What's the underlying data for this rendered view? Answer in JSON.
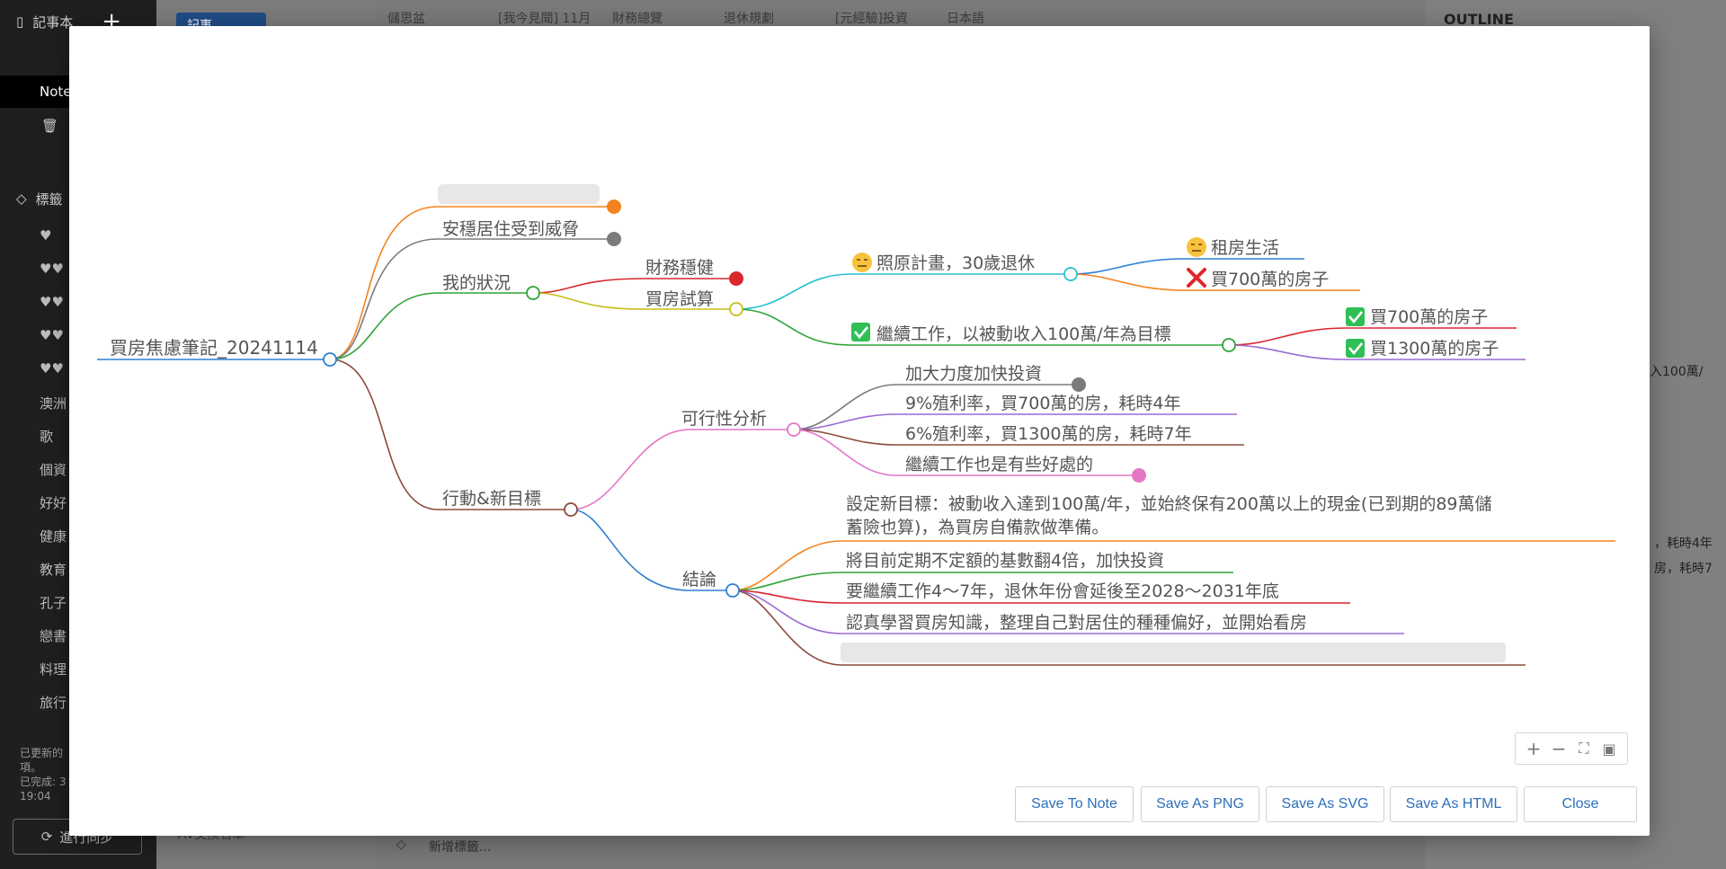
{
  "background_app": {
    "sidebar": {
      "notebooks_label": "記事本",
      "note_item": "Note",
      "tags_label": "標籤",
      "tag_items": [
        "澳洲",
        "歌",
        "個資",
        "好好",
        "健康",
        "教育",
        "孔子",
        "戀書",
        "料理",
        "旅行"
      ],
      "status_text": "已更新的項。",
      "completed_text": "已完成: 3",
      "time_text": "19:04",
      "sync_button": "進行同步"
    },
    "note_list": {
      "add_note_button": "記事",
      "bottom_item": "AV交換名單"
    },
    "main": {
      "tabs": [
        "儲思盆",
        "[我今見聞] 11月",
        "財務總覽",
        "退休規劃",
        "[元經驗]投資",
        "日本語"
      ],
      "add_tag_label": "新增標籤..."
    },
    "outline": {
      "title": "OUTLINE",
      "snippets": [
        "入100萬/",
        "，耗時4年",
        "房，耗時7"
      ]
    }
  },
  "modal": {
    "mindmap": {
      "root": "買房焦慮筆記_20241114",
      "branches": {
        "b1_blurred": "",
        "b2": "安穩居住受到威脅",
        "b3": "我的狀況",
        "b3_1": "財務穩健",
        "b3_2": "買房試算",
        "b3_2_1": "照原計畫，30歲退休",
        "b3_2_1_a": "租房生活",
        "b3_2_1_b": "買700萬的房子",
        "b3_2_2": "繼續工作，以被動收入100萬/年為目標",
        "b3_2_2_a": "買700萬的房子",
        "b3_2_2_b": "買1300萬的房子",
        "b4": "行動&新目標",
        "b4_1": "可行性分析",
        "b4_1_a": "加大力度加快投資",
        "b4_1_b": "9%殖利率，買700萬的房，耗時4年",
        "b4_1_c": "6%殖利率，買1300萬的房，耗時7年",
        "b4_1_d": "繼續工作也是有些好處的",
        "b4_2": "結論",
        "b4_2_a_line1": "設定新目標：被動收入達到100萬/年，並始終保有200萬以上的現金(已到期的89萬儲",
        "b4_2_a_line2": "蓄險也算)，為買房自備款做準備。",
        "b4_2_b": "將目前定期不定額的基數翻4倍，加快投資",
        "b4_2_c": "要繼續工作4～7年，退休年份會延後至2028～2031年底",
        "b4_2_d": "認真學習買房知識，整理自己對居住的種種偏好，並開始看房",
        "b4_2_e_blurred": ""
      },
      "colors": {
        "root": "#2f7fd0",
        "orange": "#f5821f",
        "gray": "#7b7b7b",
        "green": "#2ea336",
        "red": "#d9272e",
        "olive": "#c8bd1a",
        "cyan": "#27c1cf",
        "purple": "#9b6ad3",
        "brown": "#8b4a3c",
        "pink": "#e477c6",
        "blue": "#2f7fd0"
      },
      "icons": {
        "neutral_face": "expressionless-face-icon",
        "cross": "red-cross-icon",
        "check": "green-check-icon"
      }
    },
    "zoom_controls": {
      "zoom_in": "+",
      "zoom_out": "−",
      "fit": "⛶",
      "minimap": "▣"
    },
    "footer": {
      "save_to_note": "Save To Note",
      "save_png": "Save As PNG",
      "save_svg": "Save As SVG",
      "save_html": "Save As HTML",
      "close": "Close"
    }
  }
}
